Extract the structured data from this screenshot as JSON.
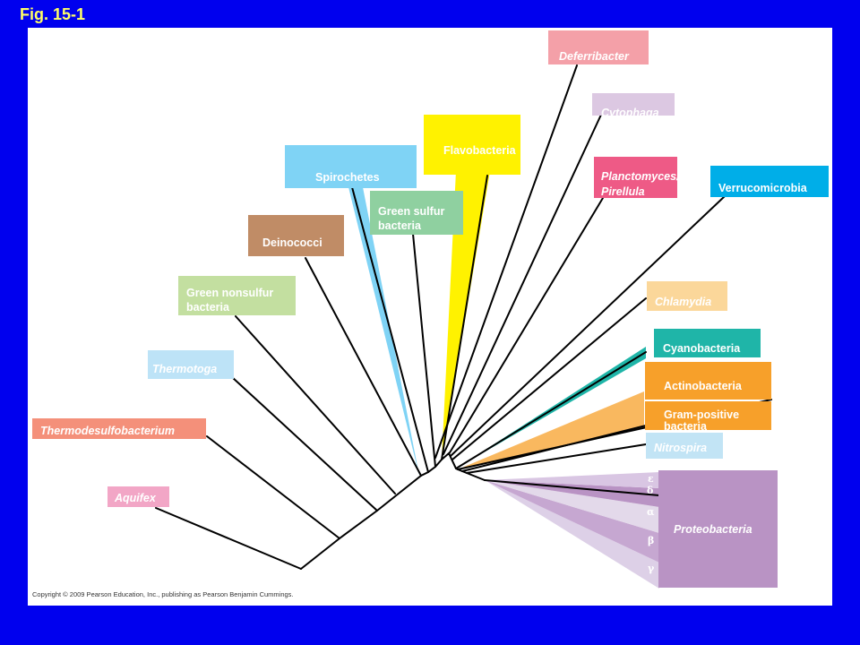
{
  "figure": {
    "title": "Fig. 15-1",
    "copyright": "Copyright © 2009 Pearson Education, Inc., publishing as Pearson Benjamin Cummings."
  },
  "taxa": {
    "deferribacter": "Deferribacter",
    "cytophaga": "Cytophaga",
    "flavobacteria": "Flavobacteria",
    "spirochetes": "Spirochetes",
    "planctomyces": "Planctomyces/",
    "pirellula": "Pirellula",
    "verrucomicrobia": "Verrucomicrobia",
    "green_sulfur_1": "Green sulfur",
    "green_sulfur_2": "bacteria",
    "deinococci": "Deinococci",
    "green_nonsulfur_1": "Green nonsulfur",
    "green_nonsulfur_2": "bacteria",
    "chlamydia": "Chlamydia",
    "cyanobacteria": "Cyanobacteria",
    "thermotoga": "Thermotoga",
    "actinobacteria": "Actinobacteria",
    "gram_positive_1": "Gram-positive",
    "gram_positive_2": "bacteria",
    "thermodesulfobacterium": "Thermodesulfobacterium",
    "nitrospira": "Nitrospira",
    "aquifex": "Aquifex",
    "proteobacteria": "Proteobacteria"
  },
  "proteobacteria_subgroups": {
    "epsilon": "ε",
    "delta": "δ",
    "alpha": "α",
    "beta": "β",
    "gamma": "γ"
  },
  "colors": {
    "background": "#0000ee",
    "title": "#ffff66",
    "deferribacter": "#f4a0a8",
    "cytophaga": "#dcc8e2",
    "flavobacteria": "#fff200",
    "spirochetes": "#7fd3f5",
    "planctomyces": "#ee5a86",
    "verrucomicrobia": "#00aee8",
    "green_sulfur": "#8fd0a0",
    "deinococci": "#c08c66",
    "green_nonsulfur": "#c3dfa0",
    "chlamydia": "#fbd79a",
    "cyanobacteria": "#1fb5a8",
    "thermotoga": "#bde3f7",
    "actinobacteria": "#f7a02a",
    "thermodesulfobacterium": "#f4907a",
    "nitrospira": "#c2e4f5",
    "aquifex": "#f2a6c6",
    "proteobacteria": "#b993c4"
  }
}
